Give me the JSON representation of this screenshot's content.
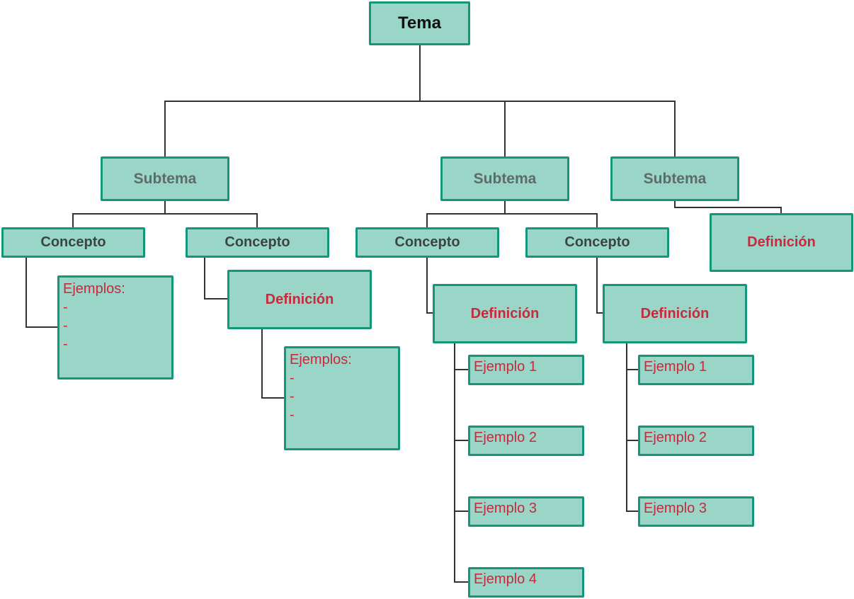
{
  "diagram": {
    "root": "Tema",
    "subtema_label": "Subtema",
    "concepto_label": "Concepto",
    "definicion_label": "Definición",
    "ejemplos_heading": "Ejemplos:",
    "dash": "-",
    "examples": [
      "Ejemplo 1",
      "Ejemplo 2",
      "Ejemplo 3",
      "Ejemplo 4"
    ]
  },
  "colors": {
    "box_fill": "#99d6c8",
    "box_border": "#14967a",
    "accent_text": "#c62a3c",
    "connector": "#333333"
  }
}
